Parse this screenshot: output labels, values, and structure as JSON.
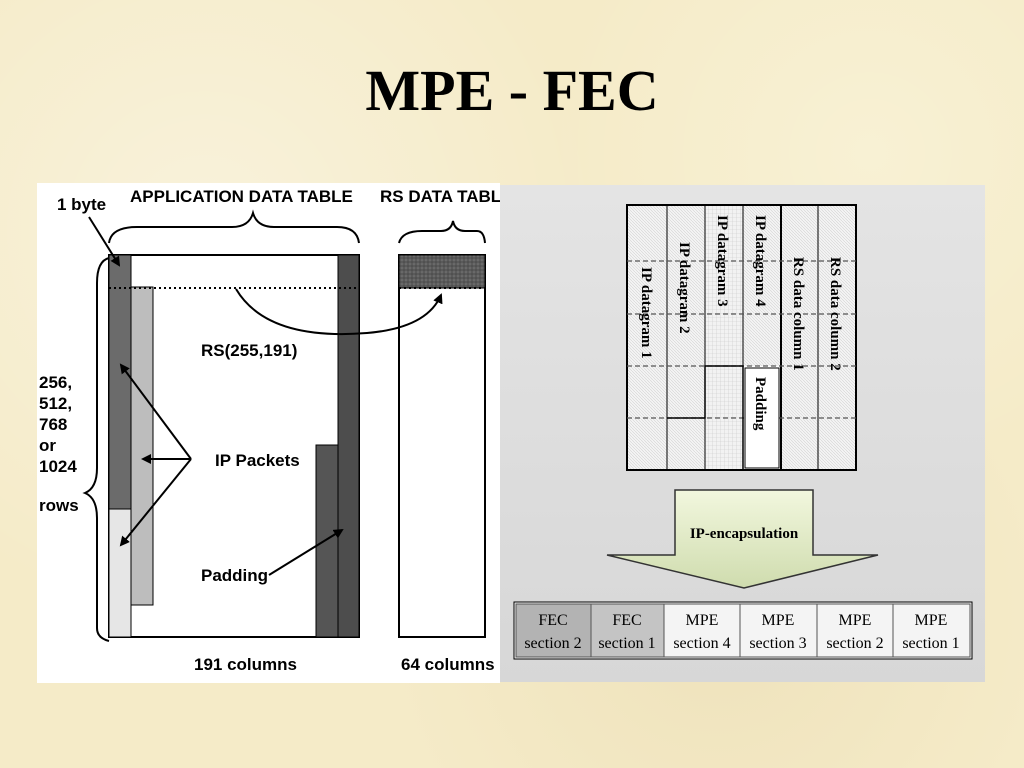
{
  "title": "MPE - FEC",
  "left": {
    "one_byte": "1 byte",
    "app_table": "APPLICATION DATA TABLE",
    "rs_table": "RS DATA TABLE",
    "rows": [
      "256,",
      "512,",
      "768",
      "or",
      "1024",
      "rows"
    ],
    "rs_code": "RS(255,191)",
    "ip_packets": "IP Packets",
    "padding": "Padding",
    "cols_191": "191 columns",
    "cols_64": "64 columns"
  },
  "right": {
    "columns": [
      "IP datagram 1",
      "IP datagram 2",
      "IP datagram 3",
      "IP datagram 4",
      "RS data column 1",
      "RS data column 2"
    ],
    "padding": "Padding",
    "arrow_label": "IP-encapsulation",
    "sections": [
      {
        "line1": "FEC",
        "line2": "section 2"
      },
      {
        "line1": "FEC",
        "line2": "section 1"
      },
      {
        "line1": "MPE",
        "line2": "section 4"
      },
      {
        "line1": "MPE",
        "line2": "section 3"
      },
      {
        "line1": "MPE",
        "line2": "section 2"
      },
      {
        "line1": "MPE",
        "line2": "section 1"
      }
    ]
  }
}
